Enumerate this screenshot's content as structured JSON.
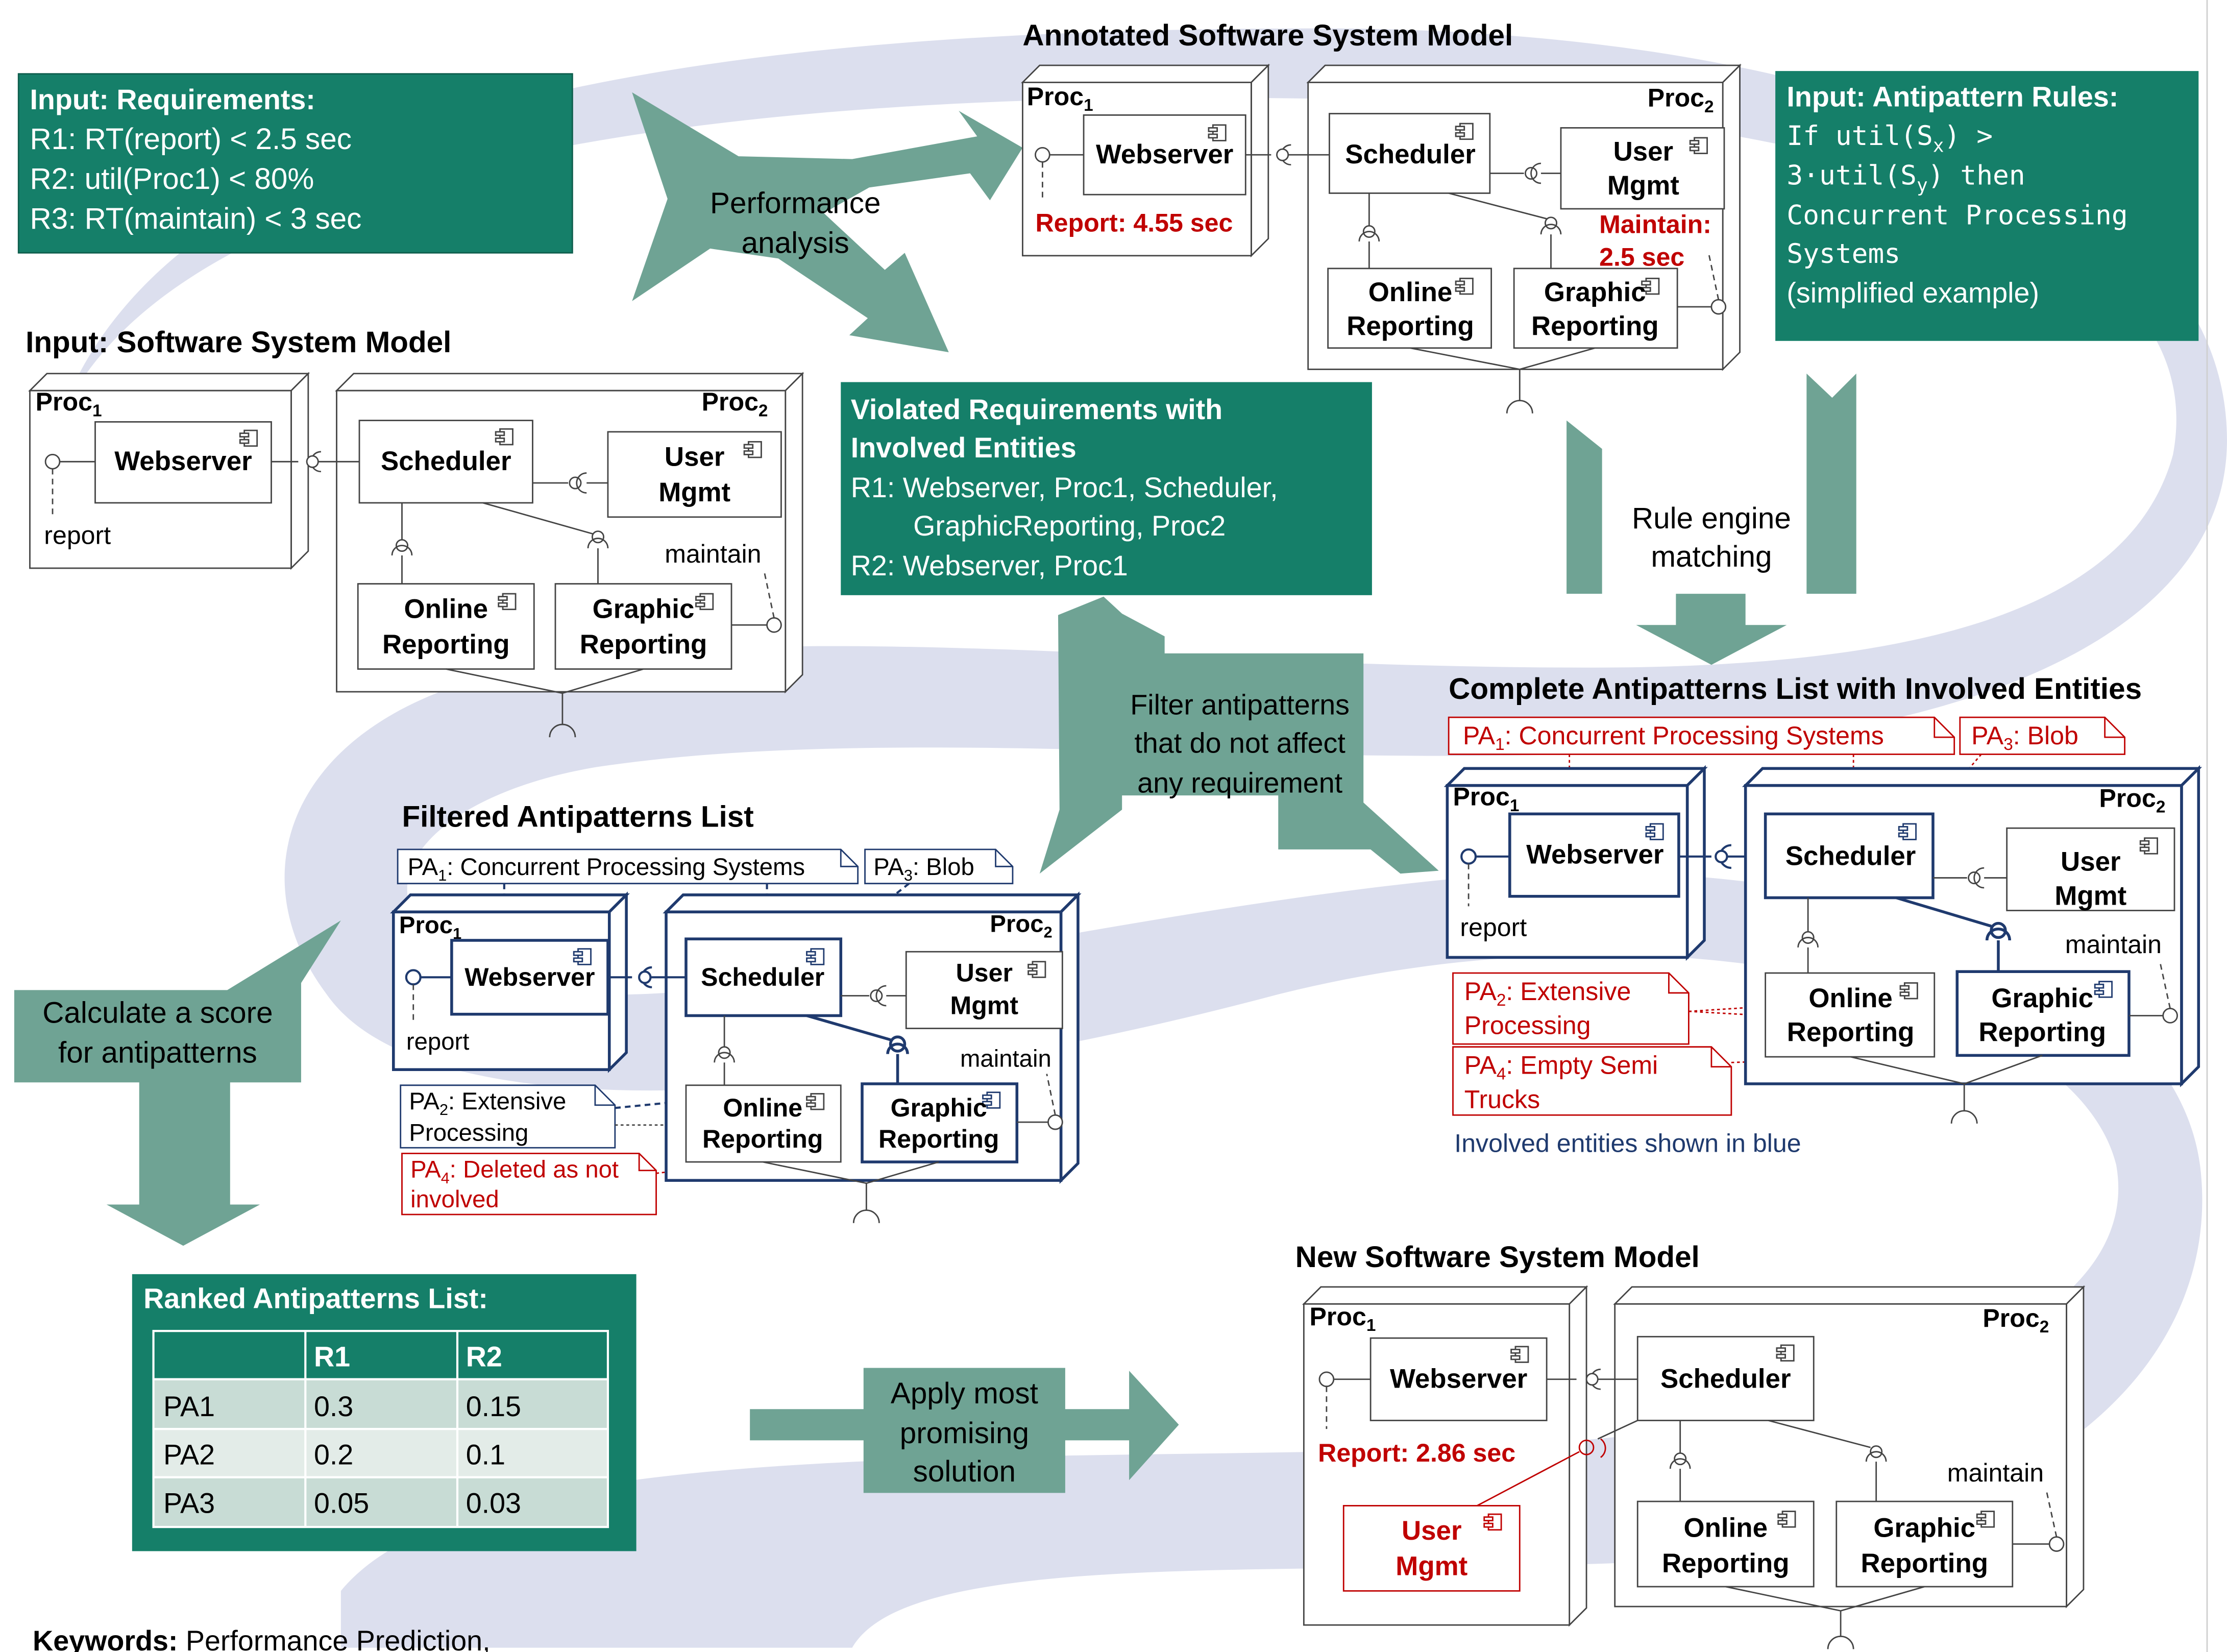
{
  "input_requirements": {
    "title": "Input: Requirements:",
    "lines": [
      "R1: RT(report) < 2.5 sec",
      "R2: util(Proc1) < 80%",
      "R3: RT(maintain) < 3 sec"
    ]
  },
  "performance_analysis": {
    "line1": "Performance",
    "line2": "analysis"
  },
  "input_software_model": {
    "title": "Input: Software System Model",
    "proc1": {
      "name": "Proc",
      "sub": "1"
    },
    "proc2": {
      "name": "Proc",
      "sub": "2"
    },
    "webserver": "Webserver",
    "scheduler": "Scheduler",
    "user_mgmt": [
      "User",
      "Mgmt"
    ],
    "online_reporting": [
      "Online",
      "Reporting"
    ],
    "graphic_reporting": [
      "Graphic",
      "Reporting"
    ],
    "report_label": "report",
    "maintain_label": "maintain"
  },
  "annotated_model": {
    "title": "Annotated Software System Model",
    "report_result": "Report: 4.55 sec",
    "maintain_result": [
      "Maintain:",
      "2.5 sec"
    ]
  },
  "antipattern_rules": {
    "title": "Input: Antipattern Rules:",
    "rule_l1_pre": "If util(S",
    "rule_l1_sub": "x",
    "rule_l1_post": ") >",
    "rule_l2_pre": "3·util(S",
    "rule_l2_sub": "y",
    "rule_l2_post": ") then",
    "rule_l3": "Concurrent Processing",
    "rule_l4": "Systems",
    "note": "(simplified example)"
  },
  "violated": {
    "title_l1": "Violated Requirements with",
    "title_l2": "Involved Entities",
    "r1_l1": "R1: Webserver, Proc1, Scheduler,",
    "r1_l2": "GraphicReporting, Proc2",
    "r2": "R2: Webserver, Proc1"
  },
  "rule_engine": {
    "line1": "Rule engine",
    "line2": "matching"
  },
  "complete_list": {
    "title": "Complete Antipatterns List with Involved Entities",
    "pa1_label": "PA",
    "pa1_sub": "1",
    "pa1_text": ": Concurrent Processing Systems",
    "pa3_label": "PA",
    "pa3_sub": "3",
    "pa3_text": ": Blob",
    "pa2_label": "PA",
    "pa2_sub": "2",
    "pa2_text": ": Extensive",
    "pa2_text2": "Processing",
    "pa4_label": "PA",
    "pa4_sub": "4",
    "pa4_text": ": Empty Semi",
    "pa4_text2": "Trucks",
    "note": "Involved entities shown in blue"
  },
  "filter_arrow": {
    "line1": "Filter antipatterns",
    "line2": "that do not affect",
    "line3": "any requirement"
  },
  "filtered_list": {
    "title": "Filtered Antipatterns List",
    "pa4_text": ": Deleted as not",
    "pa4_text2": "involved"
  },
  "score_arrow": {
    "line1": "Calculate a score",
    "line2": "for antipatterns"
  },
  "ranked": {
    "title": "Ranked Antipatterns List:",
    "headers": [
      "",
      "R1",
      "R2"
    ],
    "rows": [
      [
        "PA1",
        "0.3",
        "0.15"
      ],
      [
        "PA2",
        "0.2",
        "0.1"
      ],
      [
        "PA3",
        "0.05",
        "0.03"
      ]
    ]
  },
  "apply_arrow": {
    "line1": "Apply most",
    "line2": "promising",
    "line3": "solution"
  },
  "new_model": {
    "title": "New Software System Model",
    "report_result": "Report: 2.86 sec"
  },
  "keywords": {
    "label": "Keywords:",
    "text": " Performance Prediction,"
  },
  "colors": {
    "teal": "#157f69",
    "arrow": "#6fa394",
    "red": "#c00000",
    "blue": "#1f3a6e",
    "swirl": "#dcdfee"
  }
}
